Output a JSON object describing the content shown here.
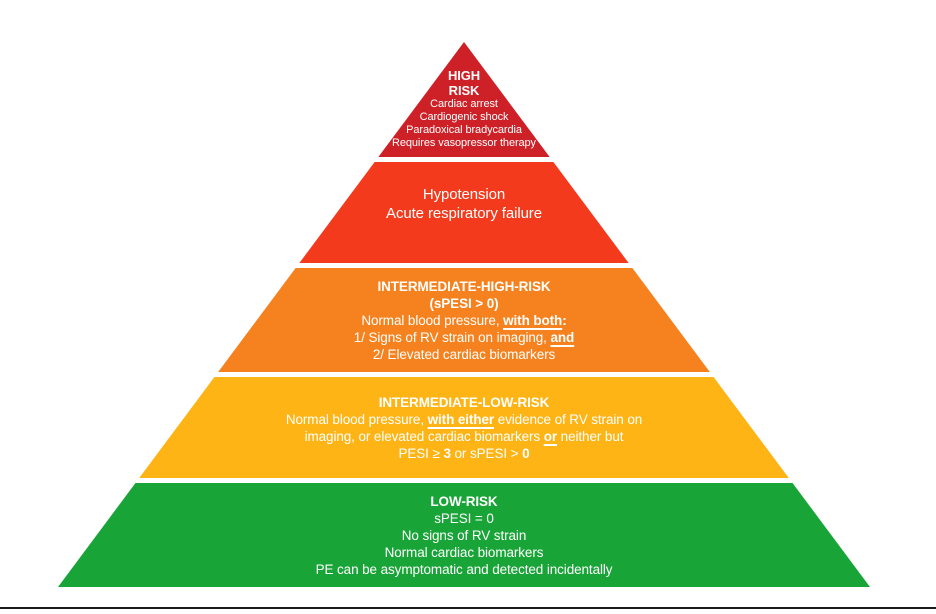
{
  "figure": {
    "type": "pyramid-diagram",
    "background_color": "#ffffff",
    "separator_color": "#ffffff",
    "bottom_rule_color": "#1a1a1a",
    "text_color": "#ffffff"
  },
  "pyramid": {
    "bands": [
      {
        "name": "high-risk",
        "color": "#ce2127",
        "lines": [
          {
            "header": true,
            "segments": [
              {
                "text": "HIGH",
                "bold": true
              }
            ]
          },
          {
            "header": true,
            "segments": [
              {
                "text": "RISK",
                "bold": true
              }
            ]
          },
          {
            "segments": [
              {
                "text": "Cardiac arrest"
              }
            ]
          },
          {
            "segments": [
              {
                "text": "Cardiogenic shock"
              }
            ]
          },
          {
            "segments": [
              {
                "text": "Paradoxical bradycardia"
              }
            ]
          },
          {
            "segments": [
              {
                "text": "Requires vasopressor therapy"
              }
            ]
          }
        ]
      },
      {
        "name": "high-risk-features",
        "color": "#f33a1d",
        "lines": [
          {
            "segments": [
              {
                "text": "Hypotension"
              }
            ]
          },
          {
            "segments": [
              {
                "text": "Acute respiratory failure"
              }
            ]
          }
        ]
      },
      {
        "name": "intermediate-high-risk",
        "color": "#f5821e",
        "lines": [
          {
            "header": true,
            "segments": [
              {
                "text": "INTERMEDIATE-HIGH-RISK",
                "bold": true
              }
            ]
          },
          {
            "header": true,
            "segments": [
              {
                "text": "(sPESI > 0)",
                "bold": true
              }
            ]
          },
          {
            "segments": [
              {
                "text": "Normal blood pressure, "
              },
              {
                "text": "with both",
                "bold": true,
                "underline": true
              },
              {
                "text": ":",
                "bold": true
              }
            ]
          },
          {
            "segments": [
              {
                "text": "1/ Signs of RV strain on imaging, "
              },
              {
                "text": "and",
                "bold": true,
                "underline": true
              }
            ]
          },
          {
            "segments": [
              {
                "text": "2/ Elevated cardiac biomarkers"
              }
            ]
          }
        ]
      },
      {
        "name": "intermediate-low-risk",
        "color": "#fdb414",
        "lines": [
          {
            "header": true,
            "segments": [
              {
                "text": "INTERMEDIATE-LOW-RISK",
                "bold": true
              }
            ]
          },
          {
            "segments": [
              {
                "text": "Normal blood pressure, "
              },
              {
                "text": "with either",
                "bold": true,
                "underline": true
              },
              {
                "text": " evidence of RV strain on"
              }
            ]
          },
          {
            "segments": [
              {
                "text": "imaging, or elevated cardiac biomarkers "
              },
              {
                "text": "or",
                "bold": true,
                "underline": true
              },
              {
                "text": " neither but"
              }
            ]
          },
          {
            "segments": [
              {
                "text": "PESI ≥ "
              },
              {
                "text": "3",
                "bold": true
              },
              {
                "text": " or sPESI > "
              },
              {
                "text": "0",
                "bold": true
              }
            ]
          }
        ]
      },
      {
        "name": "low-risk",
        "color": "#18a437",
        "lines": [
          {
            "header": true,
            "segments": [
              {
                "text": "LOW-RISK",
                "bold": true
              }
            ]
          },
          {
            "segments": [
              {
                "text": "sPESI = 0"
              }
            ]
          },
          {
            "segments": [
              {
                "text": "No signs of RV strain"
              }
            ]
          },
          {
            "segments": [
              {
                "text": "Normal cardiac biomarkers"
              }
            ]
          },
          {
            "segments": [
              {
                "text": "PE can be asymptomatic and detected incidentally"
              }
            ]
          }
        ]
      }
    ]
  }
}
